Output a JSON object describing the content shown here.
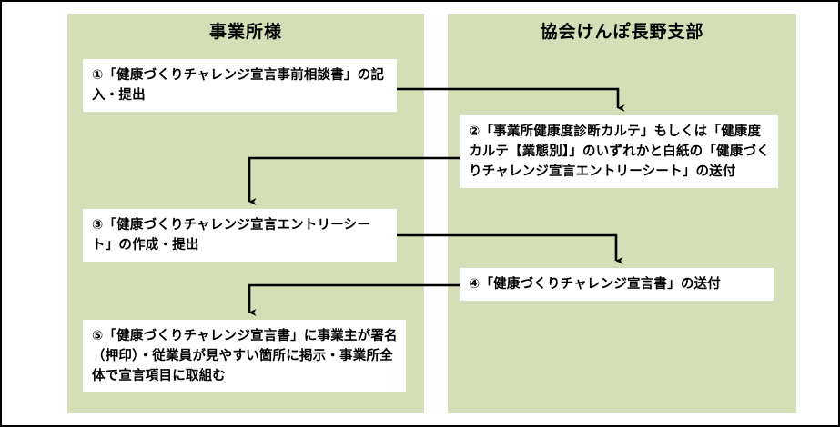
{
  "columns": [
    {
      "id": "employer",
      "title": "事業所様"
    },
    {
      "id": "kyokaikenpo",
      "title": "協会けんぽ長野支部"
    }
  ],
  "nodes": [
    {
      "id": "step-1",
      "column": "employer",
      "text": "①「健康づくりチャレンジ宣言事前相談書」の記入・提出"
    },
    {
      "id": "step-2",
      "column": "kyokaikenpo",
      "text": "②「事業所健康度診断カルテ」もしくは「健康度カルテ【業態別】」のいずれかと白紙の「健康づくりチャレンジ宣言エントリーシート」の送付"
    },
    {
      "id": "step-3",
      "column": "employer",
      "text": "③「健康づくりチャレンジ宣言エントリーシート」の作成・提出"
    },
    {
      "id": "step-4",
      "column": "kyokaikenpo",
      "text": "④「健康づくりチャレンジ宣言書」の送付"
    },
    {
      "id": "step-5",
      "column": "employer",
      "text": "⑤「健康づくりチャレンジ宣言書」に事業主が署名（押印）・従業員が見やすい箇所に掲示・事業所全体で宣言項目に取組む"
    }
  ],
  "connectors": [
    {
      "id": "arrow-1-to-2",
      "from": "step-1",
      "to": "step-2",
      "direction": "right-then-down"
    },
    {
      "id": "arrow-2-to-3",
      "from": "step-2",
      "to": "step-3",
      "direction": "left-then-down"
    },
    {
      "id": "arrow-3-to-4",
      "from": "step-3",
      "to": "step-4",
      "direction": "right-then-down"
    },
    {
      "id": "arrow-4-to-5",
      "from": "step-4",
      "to": "step-5",
      "direction": "left-then-down"
    }
  ],
  "colors": {
    "panel_background": "#d4dfb8",
    "node_background": "#ffffff",
    "text": "#000000",
    "border": "#000000",
    "arrow": "#000000"
  }
}
